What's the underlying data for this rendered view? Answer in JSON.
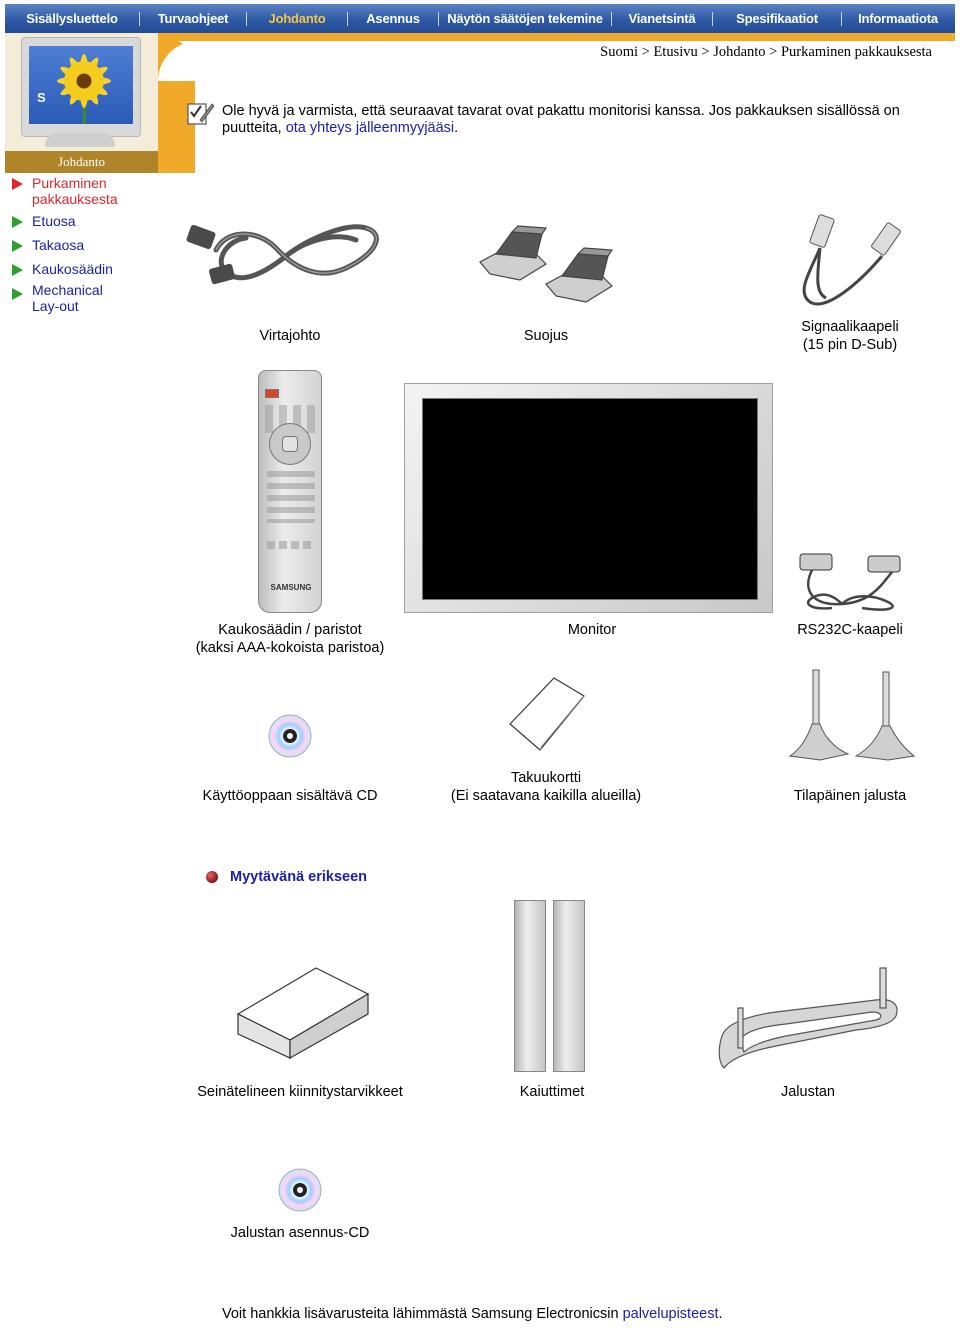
{
  "nav": {
    "items": [
      "Sisällysluettelo",
      "Turvaohjeet",
      "Johdanto",
      "Asennus",
      "Näytön säätöjen tekemine",
      "Vianetsintä",
      "Spesifikaatiot",
      "Informaatiota"
    ],
    "active": "Johdanto"
  },
  "section_label": "Johdanto",
  "monitor_logo": "S",
  "breadcrumb": [
    "Suomi",
    "Etusivu",
    "Johdanto",
    "Purkaminen pakkauksesta"
  ],
  "breadcrumb_sep": ">",
  "sidebar": {
    "items": [
      {
        "label": "Purkaminen pakkauksesta",
        "active": true
      },
      {
        "label": "Etuosa",
        "active": false
      },
      {
        "label": "Takaosa",
        "active": false
      },
      {
        "label": "Kaukosäädin",
        "active": false
      },
      {
        "label": "Mechanical Lay-out",
        "active": false
      }
    ]
  },
  "intro": {
    "text": "Ole hyvä ja varmista, että seuraavat tavarat ovat pakattu monitorisi kanssa. Jos pakkauksen sisällössä on puutteita,",
    "link": "ota yhteys jälleenmyyjääsi",
    "end": "."
  },
  "items": {
    "power_cord": "Virtajohto",
    "cover": "Suojus",
    "signal_cable_1": "Signaalikaapeli",
    "signal_cable_2": "(15 pin D-Sub)",
    "remote_1": "Kaukosäädin / paristot",
    "remote_2": "(kaksi AAA-kokoista paristoa)",
    "monitor": "Monitor",
    "rs232": "RS232C-kaapeli",
    "cd": "Käyttöoppaan sisältävä CD",
    "warranty_1": "Takuukortti",
    "warranty_2": "(Ei saatavana kaikilla alueilla)",
    "stand": "Tilapäinen jalusta"
  },
  "sold_separately": {
    "heading": "Myytävänä erikseen",
    "wall_mount": "Seinätelineen kiinnitystarvikkeet",
    "speakers": "Kaiuttimet",
    "stand": "Jalustan",
    "stand_cd": "Jalustan asennus-CD"
  },
  "remote_brand": "SAMSUNG",
  "footer": {
    "text": "Voit hankkia lisävarusteita lähimmästä Samsung Electronicsin",
    "link": "palvelupisteest",
    "end": "."
  }
}
